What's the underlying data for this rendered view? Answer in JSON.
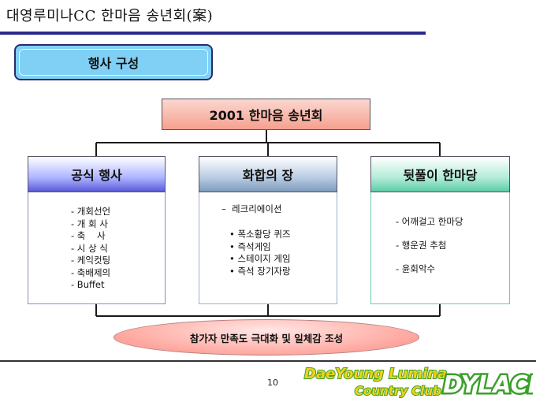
{
  "header": {
    "title": "대영루미나CC 한마음 송년회(案)"
  },
  "section": {
    "label": "행사 구성"
  },
  "diagram": {
    "root": "2001 한마음 송년회",
    "columns": [
      {
        "title": "공식 행사",
        "items": [
          "- 개회선언",
          "- 개 회 사",
          "- 축    사",
          "- 시 상 식",
          "- 케익컷팅",
          "- 축배제의",
          "- Buffet"
        ]
      },
      {
        "title": "화합의 장",
        "head": "–  레크리에이션",
        "items": [
          "• 폭소황당 퀴즈",
          "• 즉석게임",
          "• 스테이지 게임",
          "• 즉석 장기자랑"
        ]
      },
      {
        "title": "뒷풀이 한마당",
        "items": [
          "- 어깨걸고 한마당",
          "- 행운권 추첨",
          "- 윤회악수"
        ]
      }
    ],
    "outcome": "참가자 만족도 극대화 및 일체감 조성"
  },
  "footer": {
    "page_number": "10",
    "logo_line1": "DaeYoung Lumina",
    "logo_line2": "Country Club",
    "logo_brand": "DYLACE"
  },
  "colors": {
    "title_rule": "#2a2a8c",
    "pill": "#7fd0f4",
    "root_box": "#f6a08f",
    "col1": "#5a5ad8",
    "col2": "#7f9bbd",
    "col3": "#5ccca6",
    "logo_green": "#3aa02a",
    "logo_yellow": "#f2d21b"
  }
}
